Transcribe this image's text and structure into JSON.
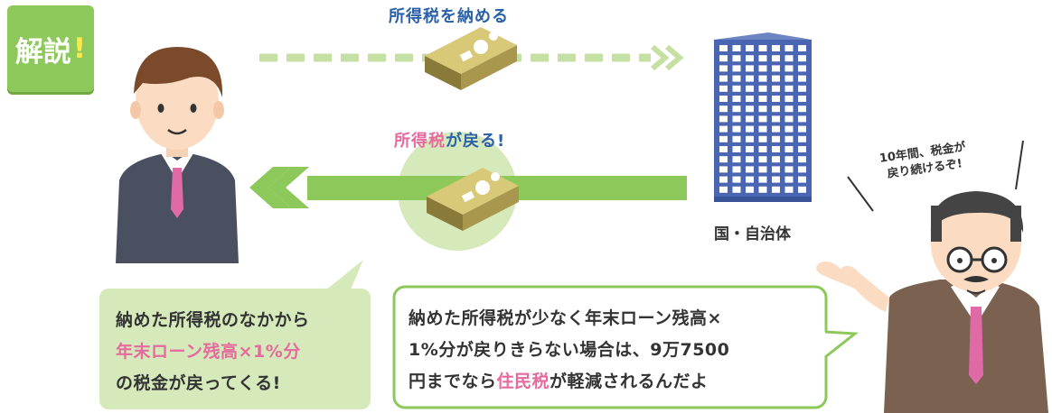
{
  "tag": {
    "text": "解説",
    "mark": "!"
  },
  "top_arrow": {
    "label": "所得税を納める"
  },
  "return_arrow": {
    "label_part1": "所得税",
    "label_part2": "が戻る!"
  },
  "building": {
    "label": "国・自治体"
  },
  "left_bubble": {
    "line1": "納めた所得税のなかから",
    "line2": "年末ローン残高×1%分",
    "line3": "の税金が戻ってくる!"
  },
  "right_bubble": {
    "line1": "納めた所得税が少なく年末ローン残高×",
    "line2": "1%分が戻りきらない場合は、9万7500",
    "line3_part1": "円までなら",
    "line3_part2": "住民税",
    "line3_part3": "が軽減されるんだよ"
  },
  "man_speech": {
    "line1": "10年間、税金が",
    "line2": "戻り続けるぞ!"
  },
  "colors": {
    "green": "#8dc85a",
    "pale_green": "#d5e9ba",
    "blue": "#2a61a8",
    "pink": "#e66a9e",
    "building": "#4a66b3"
  }
}
